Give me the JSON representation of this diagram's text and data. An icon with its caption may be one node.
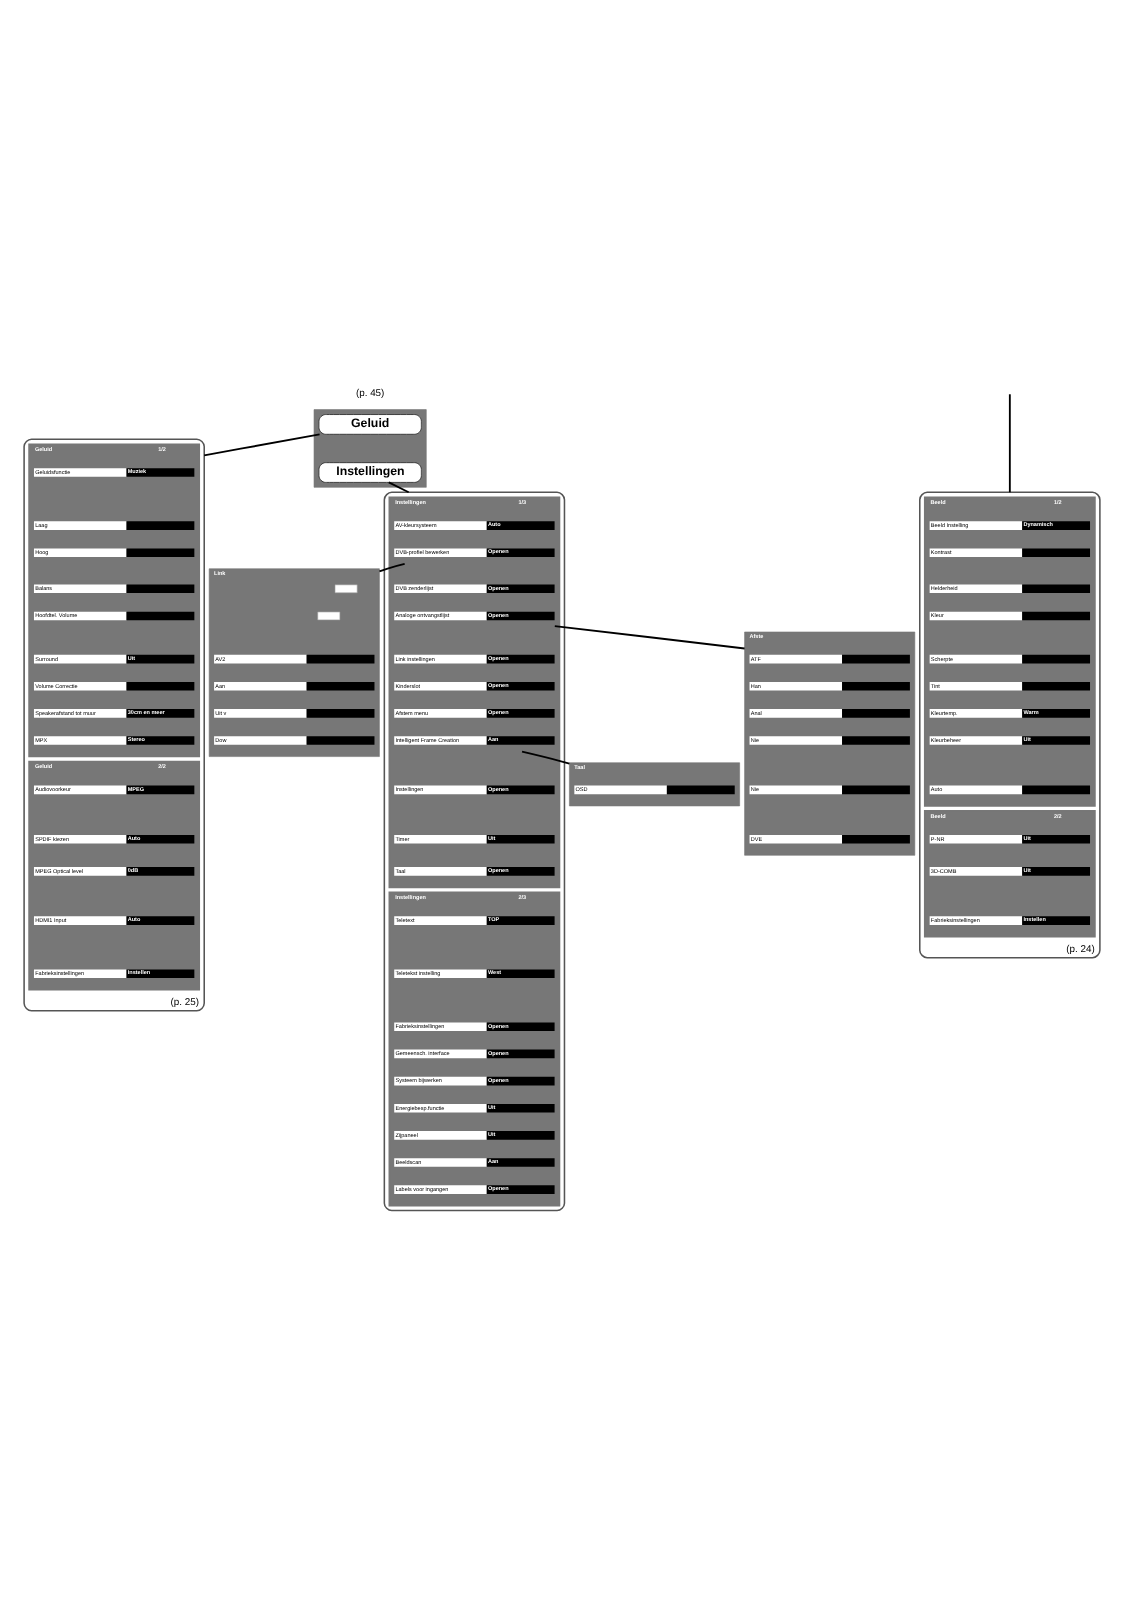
{
  "diagram": {
    "nodes": [
      {
        "text": [],
        "shape": "box"
      },
      {
        "text": [
          "Geluid"
        ],
        "in": 0
      },
      {
        "text": [
          "Instellingen"
        ],
        "in": 0
      },
      {
        "text": [
          "(p. 24)"
        ]
      },
      {
        "text": [
          "Beeld",
          "1/2"
        ],
        "in": 3
      },
      {
        "text": [
          "Beeld Instelling",
          "Dynamisch"
        ],
        "in": 4
      },
      {
        "text": [
          "Kontrast"
        ],
        "in": 4
      },
      {
        "text": [
          "Helderheid"
        ],
        "in": 4
      },
      {
        "text": [
          "Kleur"
        ],
        "in": 4
      },
      {
        "text": [
          "Scherpte"
        ],
        "in": 4
      },
      {
        "text": [
          "Tint"
        ],
        "in": 4
      },
      {
        "text": [
          "Kleurtemp.",
          "Warm"
        ],
        "in": 4
      },
      {
        "text": [
          "Kleurbeheer",
          "Uit"
        ],
        "in": 4
      },
      {
        "text": [
          "Auto"
        ],
        "in": 4
      },
      {
        "text": [
          "Beeld",
          "2/2"
        ],
        "in": 3
      },
      {
        "text": [
          "P-NR",
          "Uit"
        ],
        "in": 14
      },
      {
        "text": [
          "3D-COMB",
          "Uit"
        ],
        "in": 14
      },
      {
        "text": [
          "Fabrieksinstellingen",
          "Instellen"
        ],
        "in": 14
      },
      {
        "text": [
          "(p. 25)"
        ]
      },
      {
        "text": [
          "Geluid",
          "1/2"
        ],
        "in": 18
      },
      {
        "text": [
          "Geluidsfunctie",
          "Muziek"
        ],
        "in": 19
      },
      {
        "text": [
          "Laag"
        ],
        "in": 19
      },
      {
        "text": [
          "Hoog"
        ],
        "in": 19
      },
      {
        "text": [
          "Balans"
        ],
        "in": 19
      },
      {
        "text": [
          "Hoofdtel. Volume"
        ],
        "in": 19
      },
      {
        "text": [
          "Surround",
          "Uit"
        ],
        "in": 19
      },
      {
        "text": [
          "Volume Correctie"
        ],
        "in": 19
      },
      {
        "text": [
          "Speakerafstand tot muur",
          "30cm en meer"
        ],
        "in": 19
      },
      {
        "text": [
          "MPX",
          "Stereo"
        ],
        "in": 19
      },
      {
        "text": [
          "Geluid",
          "2/2"
        ],
        "in": 18
      },
      {
        "text": [
          "Audiovoorkeur",
          "MPEG"
        ],
        "in": 29
      },
      {
        "text": [
          "SPDIF kiezen",
          "Auto"
        ],
        "in": 29
      },
      {
        "text": [
          "MPEG Optical level",
          "0dB"
        ],
        "in": 29
      },
      {
        "text": [
          "HDMI1 Input",
          "Auto"
        ],
        "in": 29
      },
      {
        "text": [
          "Fabrieksinstellingen",
          "Instellen"
        ],
        "in": 29
      },
      {
        "text": [],
        "shape": "box"
      },
      {
        "text": [
          "Instellingen",
          "1/3"
        ],
        "in": 35
      },
      {
        "text": [
          "AV-kleursysteem",
          "Auto"
        ],
        "in": 36
      },
      {
        "text": [
          "DVB-profiel bewerken",
          "Openen"
        ],
        "in": 36
      },
      {
        "text": [
          "DVB zenderlijst",
          "Openen"
        ],
        "in": 36
      },
      {
        "text": [
          "Analoge ontvangstlijst",
          "Openen"
        ],
        "in": 36
      },
      {
        "text": [
          "Link instellingen",
          "Openen"
        ],
        "in": 36
      },
      {
        "text": [
          "Kinderslot",
          "Openen"
        ],
        "in": 36
      },
      {
        "text": [
          "Afstem menu",
          "Openen"
        ],
        "in": 36
      },
      {
        "text": [
          "Intelligent Frame Creation",
          "Aan"
        ],
        "in": 36
      },
      {
        "text": [
          "Instellingen",
          "Openen"
        ],
        "in": 36
      },
      {
        "text": [
          "Timer",
          "Uit"
        ],
        "in": 36
      },
      {
        "text": [
          "Taal",
          "Openen"
        ],
        "in": 36
      },
      {
        "text": [
          "Instellingen",
          "2/3"
        ],
        "in": 35
      },
      {
        "text": [
          "Teletext",
          "TOP"
        ],
        "in": 48
      },
      {
        "text": [
          "Teletekst instelling",
          "West"
        ],
        "in": 48
      },
      {
        "text": [
          "Fabrieksinstellingen",
          "Openen"
        ],
        "in": 48
      },
      {
        "text": [
          "Gemeensch. interface",
          "Openen"
        ],
        "in": 48
      },
      {
        "text": [
          "Systeem bijwerken",
          "Openen"
        ],
        "in": 48
      },
      {
        "text": [
          "Energiebesp.functie",
          "Uit"
        ],
        "in": 48
      },
      {
        "text": [
          "Zijpaneel",
          "Uit"
        ],
        "in": 48
      },
      {
        "text": [
          "Beeldscan",
          "Aan"
        ],
        "in": 48
      },
      {
        "text": [
          "Labels voor ingangen",
          "Openen"
        ],
        "in": 48
      },
      {
        "text": [
          "Link"
        ]
      },
      {
        "text": [],
        "shape": "box",
        "in": 58
      },
      {
        "text": [],
        "shape": "box",
        "in": 58
      },
      {
        "text": [
          "AV2"
        ],
        "in": 58
      },
      {
        "text": [
          "Aan"
        ],
        "in": 58
      },
      {
        "text": [
          "Uit v"
        ],
        "in": 58
      },
      {
        "text": [
          "Dow"
        ],
        "in": 58
      },
      {
        "text": [
          "Afste"
        ]
      },
      {
        "text": [
          "ATF"
        ],
        "in": 65
      },
      {
        "text": [
          "Han"
        ],
        "in": 65
      },
      {
        "text": [
          "Anal"
        ],
        "in": 65
      },
      {
        "text": [
          "Nie"
        ],
        "in": 65
      },
      {
        "text": [
          "Nie"
        ],
        "in": 65
      },
      {
        "text": [
          "DVE"
        ],
        "in": 65
      },
      {
        "text": [
          "Taal"
        ]
      },
      {
        "text": [
          "OSD"
        ],
        "in": 72
      }
    ],
    "edges": [
      {
        "from": null,
        "to": 3,
        "arrow": "none"
      },
      {
        "from": 1,
        "to": 18,
        "arrow": "none"
      },
      {
        "from": 2,
        "to": 35,
        "arrow": "none"
      },
      {
        "from": 38,
        "to": 58,
        "arrow": "none"
      },
      {
        "from": 40,
        "to": 65,
        "arrow": "none"
      },
      {
        "from": 44,
        "to": 72,
        "arrow": "none"
      }
    ],
    "labels": [
      "(p. 45)"
    ]
  }
}
